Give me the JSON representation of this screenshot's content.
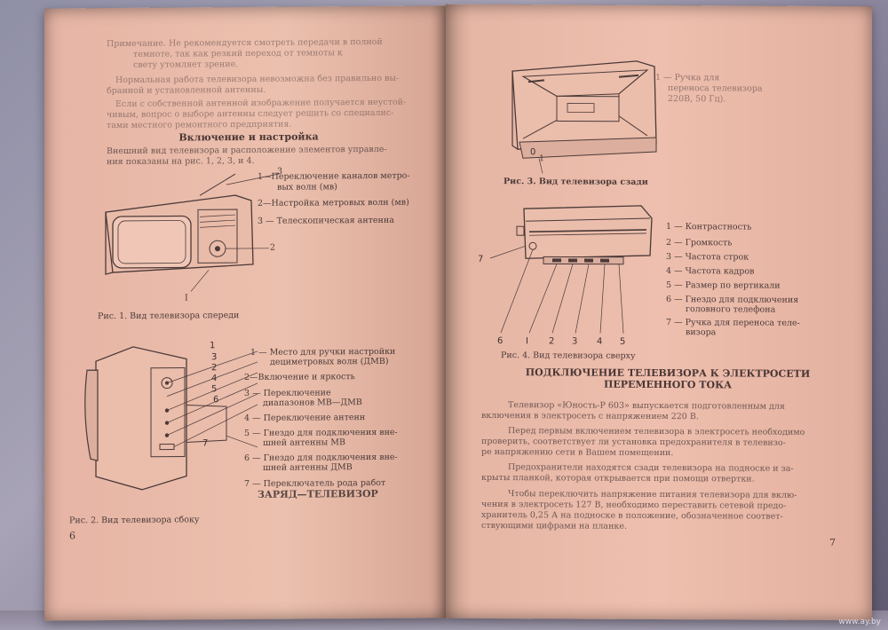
{
  "left_page": {
    "intro_lines": [
      "Примечание. Не рекомендуется смотреть передачи в полной",
      "темноте, так как резкий переход от темноты к",
      "свету утомляет зрение.",
      "Нормальная работа телевизора невозможна без правильно вы-",
      "бранной и установленной антенны.",
      "Если с собственной антенной изображение получается неустой-",
      "чивым, вопрос о выборе антенны следует решить со специалис-",
      "тами местного ремонтного предприятия."
    ],
    "section_title": "Включение и настройка",
    "section_intro": [
      "Внешний вид телевизора и расположение элементов управле-",
      "ния показаны на рис. 1, 2, 3, и 4."
    ],
    "fig1_legend": [
      "1—Переключение каналов метро-",
      "вых волн (мв)",
      "2—Настройка метровых волн (мв)",
      "3 — Телескопическая антенна"
    ],
    "fig1_caption": "Рис. 1. Вид телевизора спереди",
    "fig2_legend": [
      "1 — Место для ручки настройки",
      "дециметровых волн (ДМВ)",
      "2—Включение и яркость",
      "3 — Переключение",
      "диапазонов МВ—ДМВ",
      "4 — Переключение антенн",
      "5 — Гнездо для подключения вне-",
      "шней антенны МВ",
      "6 — Гнездо для подключения вне-",
      "шней антенны ДМВ",
      "7 — Переключатель рода работ",
      "ЗАРЯД—ТЕЛЕВИЗОР"
    ],
    "fig2_caption": "Рис. 2. Вид телевизора сбоку",
    "page_number": "6"
  },
  "right_page": {
    "fig3_legend": [
      "1 — Ручка для",
      "переноса телевизора",
      "220В, 50 Гц)."
    ],
    "fig3_caption": "Рис. 3. Вид телевизора сзади",
    "fig4_legend": [
      "1 — Контрастность",
      "2 — Громкость",
      "3 — Частота строк",
      "4 — Частота кадров",
      "5 — Размер по вертикали",
      "6 — Гнездо для подключения",
      "головного телефона",
      "7 — Ручка для переноса теле-",
      "визора"
    ],
    "fig4_caption": "Рис. 4. Вид телевизора сверху",
    "section_title_1": "ПОДКЛЮЧЕНИЕ ТЕЛЕВИЗОРА К ЭЛЕКТРОСЕТИ",
    "section_title_2": "ПЕРЕМЕННОГО ТОКА",
    "paragraphs": [
      "Телевизор «Юность-Р 603» выпускается подготовленным для",
      "включения в электросеть с напряжением 220 В.",
      "Перед первым включением телевизора в электросеть необходимо",
      "проверить, соответствует ли установка предохранителя в телевизо-",
      "ре напряжению сети в Вашем помещении.",
      "Предохранители находятся сзади телевизора на подноске и за-",
      "крыты планкой, которая открывается при помощи отвертки.",
      "Чтобы переключить напряжение питания телевизора для вклю-",
      "чения в электросеть 127 В, необходимо переставить сетевой предо-",
      "хранитель 0,25 А на подноске в положение, обозначенное соответ-",
      "ствующими цифрами на планке."
    ],
    "page_number": "7"
  },
  "watermark": "www.ay.by"
}
